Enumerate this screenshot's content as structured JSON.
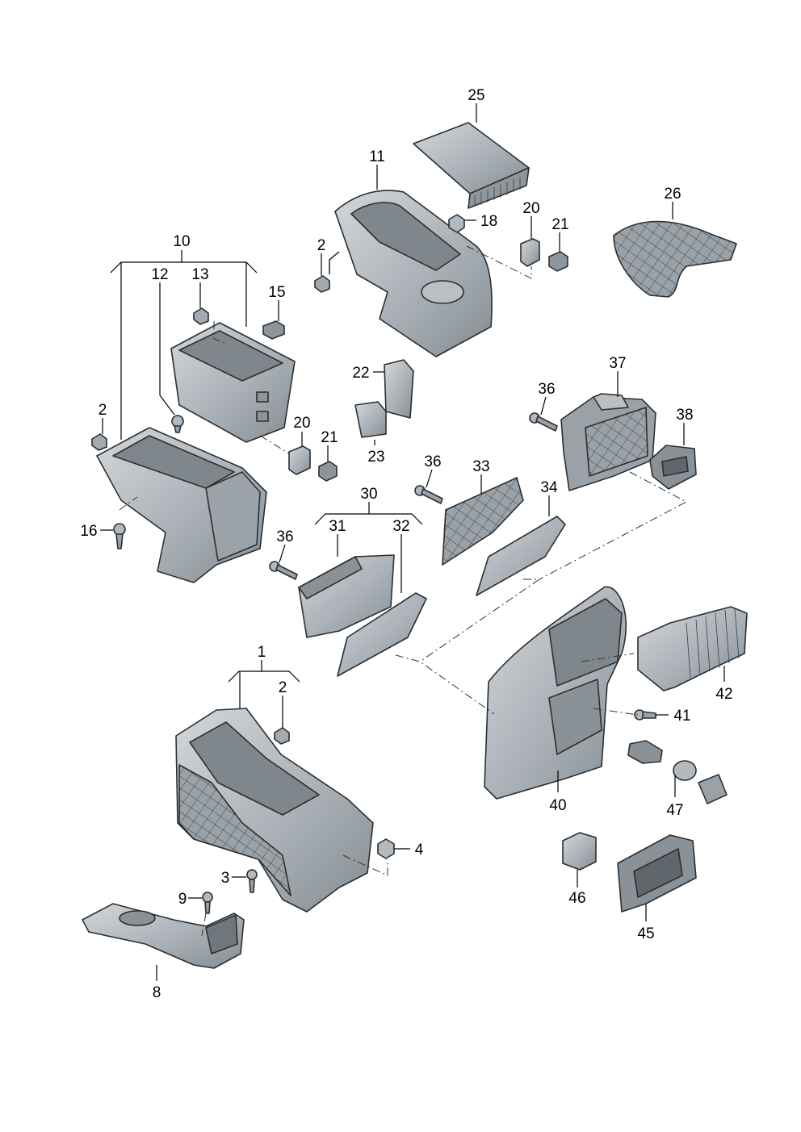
{
  "colors": {
    "part_fill_light": "#c9ced2",
    "part_fill_mid": "#a9b0b6",
    "part_fill_dark": "#8a9298",
    "outline": "#2b2f33",
    "text": "#000000"
  },
  "callouts": {
    "c1": "1",
    "c2a": "2",
    "c2b": "2",
    "c2c": "2",
    "c3": "3",
    "c4": "4",
    "c8": "8",
    "c9": "9",
    "c10": "10",
    "c11": "11",
    "c12": "12",
    "c13": "13",
    "c15": "15",
    "c16": "16",
    "c18": "18",
    "c20a": "20",
    "c20b": "20",
    "c21a": "21",
    "c21b": "21",
    "c22": "22",
    "c23": "23",
    "c25": "25",
    "c26": "26",
    "c30": "30",
    "c31": "31",
    "c32": "32",
    "c33": "33",
    "c34": "34",
    "c36a": "36",
    "c36b": "36",
    "c36c": "36",
    "c37": "37",
    "c38": "38",
    "c40": "40",
    "c41": "41",
    "c42": "42",
    "c45": "45",
    "c46": "46",
    "c47": "47"
  }
}
